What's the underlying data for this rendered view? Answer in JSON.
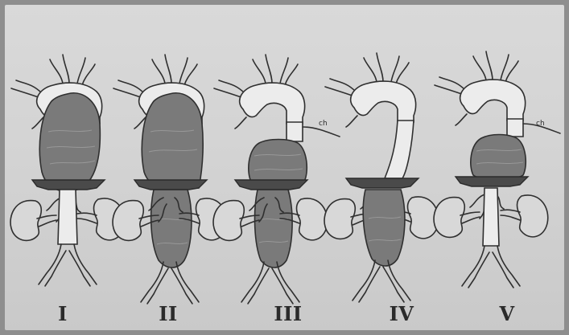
{
  "labels": {
    "I": "I",
    "II": "II",
    "III": "III",
    "IV": "IV",
    "V": "V",
    "ch_III": "ch",
    "ch_V": "ch"
  },
  "colors": {
    "background": "#d6d6d6",
    "aneurysm": "#7a7a7a",
    "outline": "#2f2f2f"
  }
}
